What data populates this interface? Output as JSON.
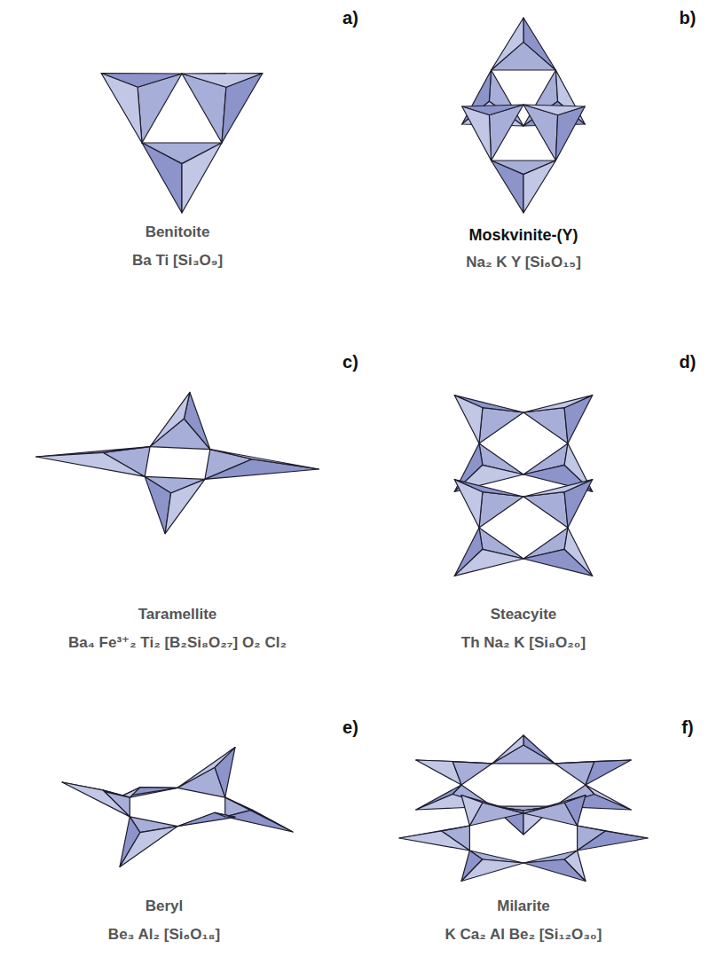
{
  "diagram": {
    "labels": [
      "a)",
      "Benitoite",
      "Ba Ti [Si₃O₉]",
      "b)",
      "Moskvinite-(Y)",
      "Na₂ K Y [Si₆O₁₅]",
      "c)",
      "Taramellite",
      "Ba₄ Fe³⁺₂ Ti₂ [B₂Si₈O₂₇] O₂ Cl₂",
      "d)",
      "Steacyite",
      "Th Na₂ K [Si₈O₂₀]",
      "e)",
      "Beryl",
      "Be₃ Al₂ [Si₆O₁₈]",
      "f)",
      "Milarite",
      "K Ca₂ Al Be₂ [Si₁₂O₃₀]"
    ]
  }
}
